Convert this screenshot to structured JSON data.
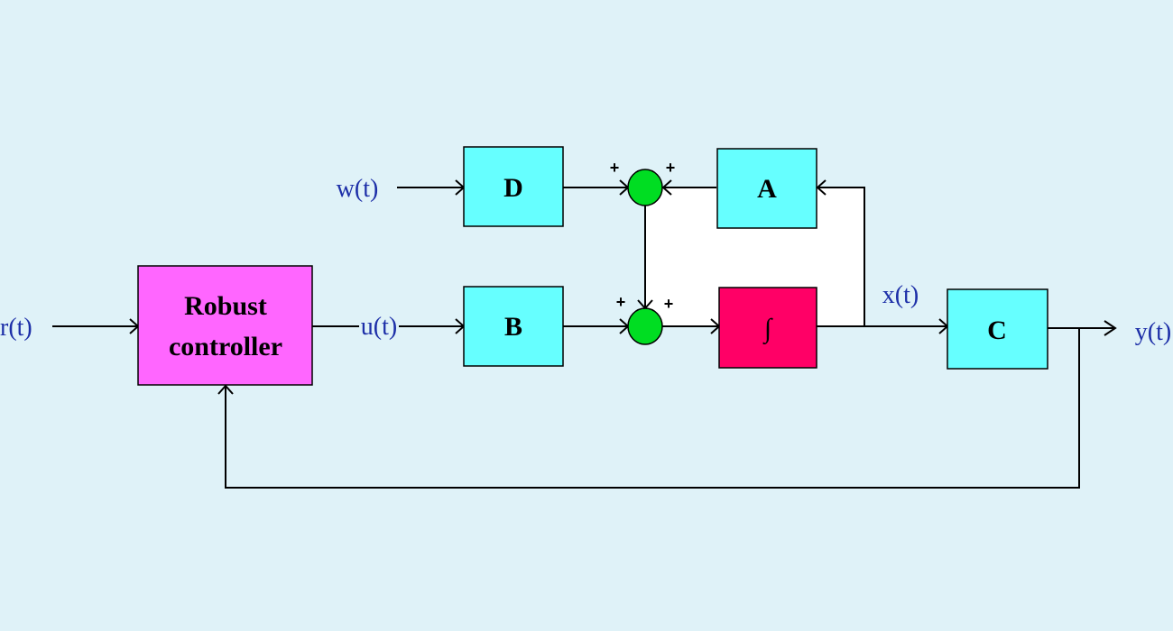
{
  "colors": {
    "background": "#dff2f8",
    "plant_block": "#66ffff",
    "controller_block": "#ff66ff",
    "integrator_block": "#ff0066",
    "summing_junction": "#00dd22",
    "signal_text": "#1d2fa8",
    "loop_fill": "#ffffff"
  },
  "blocks": {
    "controller": {
      "line1": "Robust",
      "line2": "controller"
    },
    "d": "D",
    "a": "A",
    "b": "B",
    "integrator": "∫",
    "c": "C"
  },
  "signals": {
    "r": "r(t)",
    "u": "u(t)",
    "w": "w(t)",
    "x": "x(t)",
    "y": "y(t)"
  },
  "summing_junctions": {
    "top": {
      "left_sign": "+",
      "right_sign": "+"
    },
    "bottom": {
      "left_sign": "+",
      "right_sign": "+"
    }
  }
}
